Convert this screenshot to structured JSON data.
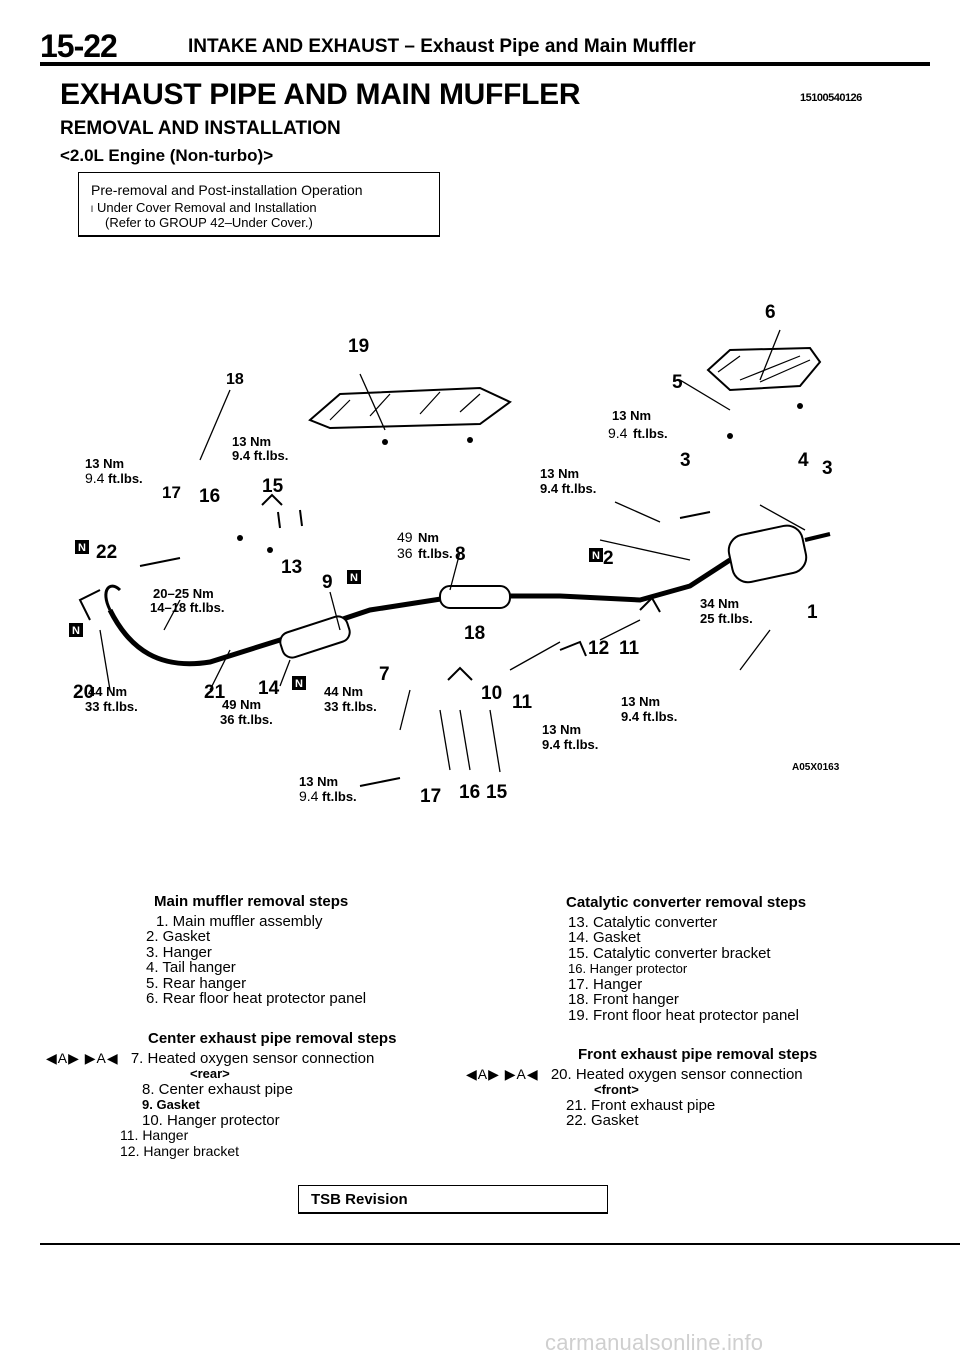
{
  "header": {
    "page_number": "15-22",
    "running_title": "INTAKE AND EXHAUST – Exhaust Pipe and Main Muffler"
  },
  "title": "EXHAUST PIPE AND MAIN MUFFLER",
  "doc_id": "15100540126",
  "subtitle": "REMOVAL AND INSTALLATION",
  "engine": "<2.0L Engine (Non-turbo)>",
  "pre_box": {
    "line1": "Pre-removal and Post-installation Operation",
    "bullet": "l",
    "line2": "Under Cover Removal and Installation",
    "line3": "(Refer to GROUP 42–Under Cover.)"
  },
  "diagram": {
    "figure_id": "A05X0163",
    "part_callouts": [
      "1",
      "2",
      "3",
      "3",
      "4",
      "5",
      "6",
      "7",
      "8",
      "9",
      "10",
      "11",
      "11",
      "12",
      "13",
      "14",
      "15",
      "15",
      "16",
      "16",
      "17",
      "17",
      "18",
      "18",
      "19",
      "20",
      "21",
      "22"
    ],
    "torque_labels": [
      "13 Nm 9.4 ft.lbs.",
      "13 Nm 9.4 ft.lbs.",
      "13 Nm 9.4 ft.lbs.",
      "13 Nm 9.4 ft.lbs.",
      "49 Nm 36 ft.lbs.",
      "20–25 Nm 14–18 ft.lbs.",
      "44 Nm 33 ft.lbs.",
      "49 Nm 36 ft.lbs.",
      "44 Nm 33 ft.lbs.",
      "34 Nm 25 ft.lbs.",
      "13 Nm 9.4 ft.lbs.",
      "13 Nm 9.4 ft.lbs.",
      "13 Nm 9.4 ft.lbs."
    ],
    "new_part_mark": "N"
  },
  "left_column": {
    "main_muffler": {
      "heading": "Main muffler removal steps",
      "items": [
        "1. Main muffler assembly",
        "2.  Gasket",
        "3.  Hanger",
        "4.  Tail hanger",
        "5. Rear hanger",
        "6. Rear floor heat protector panel"
      ]
    },
    "center_pipe": {
      "heading": "Center exhaust pipe removal steps",
      "marks": "◀A▶ ▶A◀",
      "items": [
        "7.  Heated oxygen sensor connection",
        "<rear>",
        "8. Center exhaust pipe",
        "9. Gasket",
        "10. Hanger protector",
        "11.  Hanger",
        "12.  Hanger bracket"
      ]
    }
  },
  "right_column": {
    "catalytic": {
      "heading": "Catalytic converter removal steps",
      "items": [
        "13. Catalytic converter",
        "14. Gasket",
        "15. Catalytic converter bracket",
        "16.  Hanger protector",
        "17. Hanger",
        "18. Front hanger",
        "19. Front floor heat protector panel"
      ]
    },
    "front_pipe": {
      "heading": "Front exhaust pipe removal steps",
      "marks": "◀A▶ ▶A◀",
      "items": [
        "20. Heated oxygen sensor connection",
        "<front>",
        "21. Front exhaust pipe",
        "22.       Gasket"
      ]
    }
  },
  "footer": {
    "tsb_revision": "TSB Revision"
  },
  "watermark": "carmanualsonline.info"
}
